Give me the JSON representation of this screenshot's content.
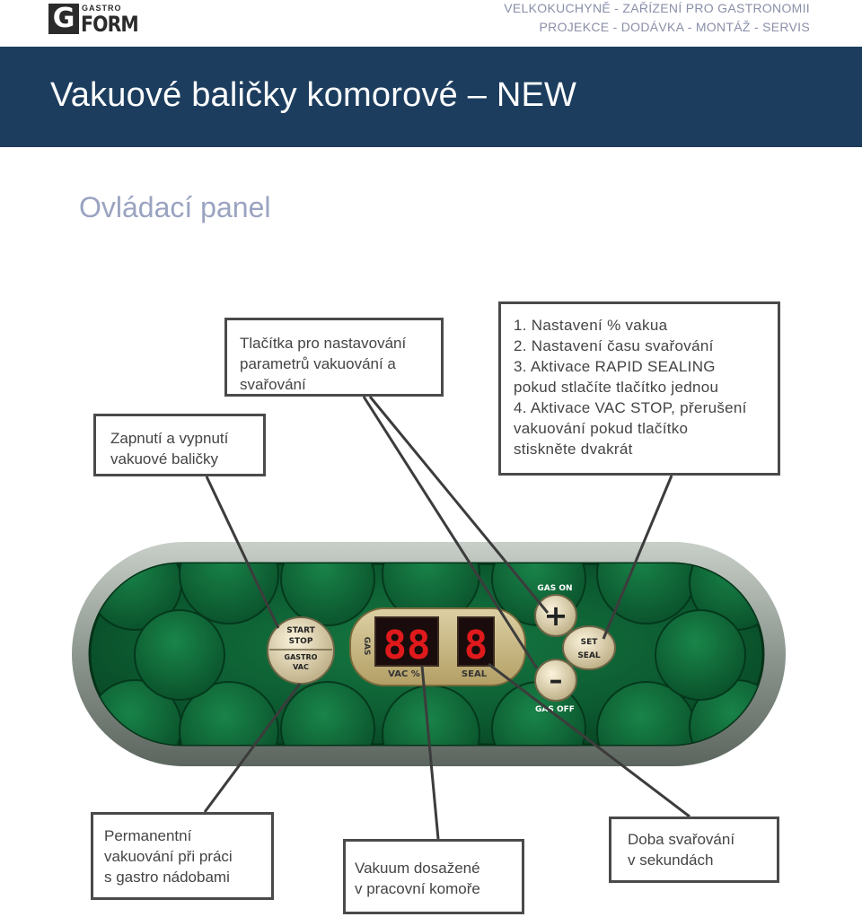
{
  "header": {
    "logo": {
      "small": "GASTRO",
      "main": "FORM",
      "letter": "G"
    },
    "tagline_line1": "VELKOKUCHYNĚ - ZAŘÍZENÍ PRO GASTRONOMII",
    "tagline_line2": "PROJEKCE - DODÁVKA - MONTÁŽ - SERVIS"
  },
  "banner": {
    "title": "Vakuové baličky komorové – NEW"
  },
  "section": {
    "title": "Ovládací panel"
  },
  "colors": {
    "banner": "#1c3d5e",
    "subtitle": "#9aa3c0",
    "panel_green": "#0e5a32",
    "display_red": "#e0191c"
  },
  "callouts": {
    "buttons": [
      "Tlačítka pro nastavování",
      "parametrů vakuování a",
      "svařování"
    ],
    "power": [
      "Zapnutí a vypnutí",
      "vakuové baličky"
    ],
    "functions": [
      "1. Nastavení % vakua",
      "2. Nastavení času svařování",
      "3. Aktivace RAPID SEALING",
      "pokud stlačíte tlačítko jednou",
      "4. Aktivace VAC STOP, přerušení",
      "vakuování pokud tlačítko",
      "stiskněte dvakrát"
    ],
    "permanent": [
      "Permanentní",
      "vakuování při práci",
      "s gastro nádobami"
    ],
    "vacuum": [
      "Vakuum dosažené",
      "v pracovní komoře"
    ],
    "seal": [
      "Doba svařování",
      "v sekundách"
    ]
  },
  "panel": {
    "start_button": {
      "line1": "START",
      "line2": "STOP",
      "line3": "GASTRO",
      "line4": "VAC"
    },
    "gas_vertical": "GAS",
    "vac_label": "VAC %",
    "seal_label": "SEAL",
    "display_vac": "88",
    "display_seal": "8",
    "gas_on": "GAS ON",
    "gas_off": "GAS OFF",
    "plus_symbol": "+",
    "minus_symbol": "–",
    "set_seal_line1": "SET",
    "set_seal_line2": "SEAL"
  }
}
